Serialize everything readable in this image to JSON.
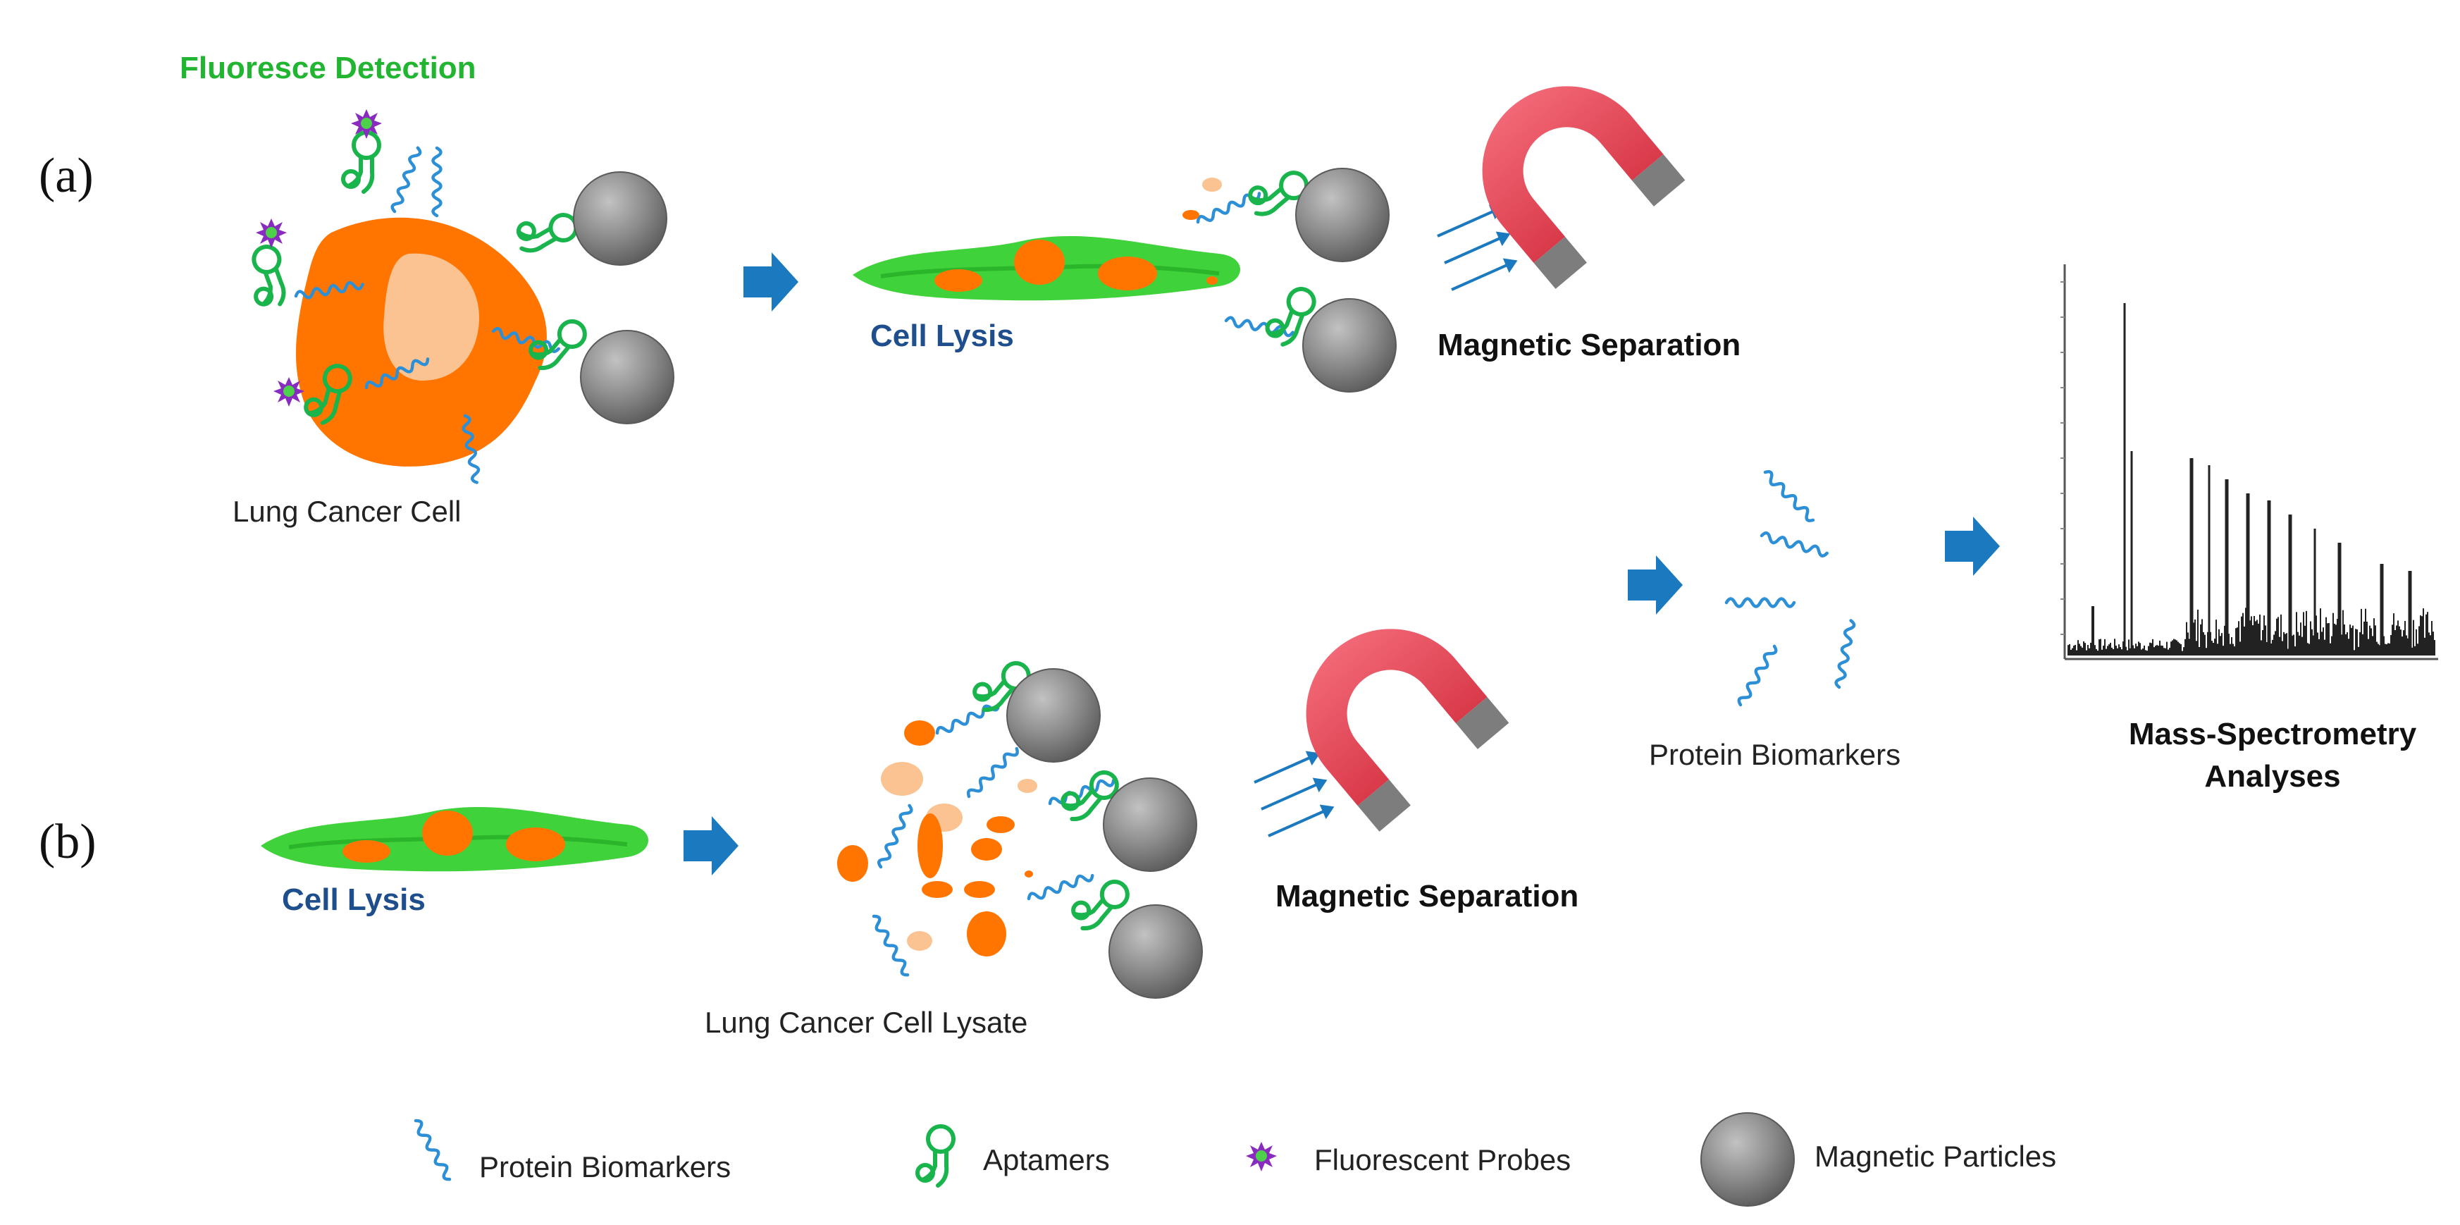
{
  "panels": {
    "a": "(a)",
    "b": "(b)"
  },
  "labels": {
    "fluorescence_detection": "Fluoresce Detection",
    "lung_cancer_cell": "Lung Cancer Cell",
    "cell_lysis_a": "Cell Lysis",
    "magnetic_separation_a": "Magnetic Separation",
    "cell_lysis_b": "Cell Lysis",
    "lung_cancer_cell_lysate": "Lung Cancer Cell Lysate",
    "magnetic_separation_b": "Magnetic Separation",
    "protein_biomarkers": "Protein Biomarkers",
    "mass_spec_line1": "Mass-Spectrometry",
    "mass_spec_line2": "Analyses"
  },
  "legend": {
    "protein_biomarkers": "Protein Biomarkers",
    "aptamers": "Aptamers",
    "fluorescent_probes": "Fluorescent Probes",
    "magnetic_particles": "Magnetic Particles"
  },
  "colors": {
    "cell": "#ff7500",
    "nucleus": "#fbc391",
    "lysis_green": "#3fd23a",
    "aptamer": "#19b44c",
    "biomarker": "#2d8fd6",
    "probe": "#8a2bbf",
    "particle": "#8a8a8a",
    "magnet": "#ec4a59",
    "magnet_tip": "#7d7d7d",
    "arrow": "#1b79bf",
    "label_green": "#21b532",
    "label_blue": "#1f4e8c"
  }
}
